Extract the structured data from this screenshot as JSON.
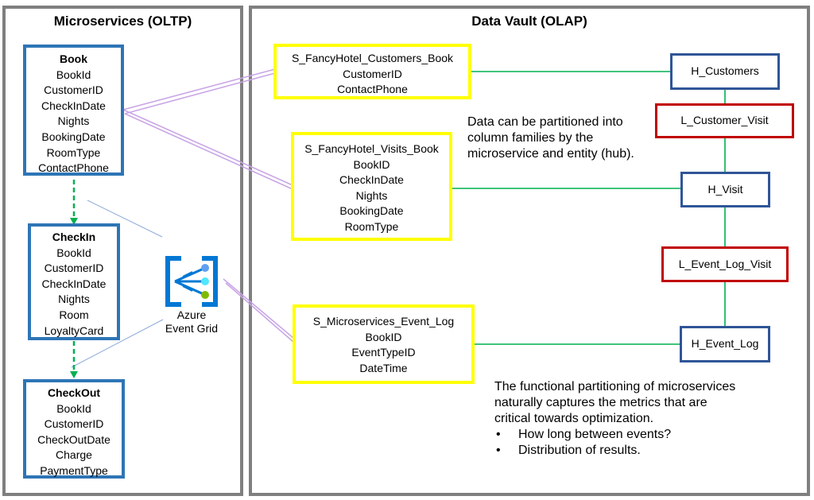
{
  "oltp": {
    "title": "Microservices (OLTP)",
    "book": {
      "title": "Book",
      "fields": [
        "BookId",
        "CustomerID",
        "CheckInDate",
        "Nights",
        "BookingDate",
        "RoomType",
        "ContactPhone"
      ]
    },
    "checkin": {
      "title": "CheckIn",
      "fields": [
        "BookId",
        "CustomerID",
        "CheckInDate",
        "Nights",
        "Room",
        "LoyaltyCard"
      ]
    },
    "checkout": {
      "title": "CheckOut",
      "fields": [
        "BookId",
        "CustomerID",
        "CheckOutDate",
        "Charge",
        "PaymentType"
      ]
    }
  },
  "event_grid": {
    "icon": "azure-event-grid-icon",
    "label_line1": "Azure",
    "label_line2": "Event Grid"
  },
  "olap": {
    "title": "Data Vault (OLAP)",
    "sat_customers": {
      "title": "S_FancyHotel_Customers_Book",
      "fields": [
        "CustomerID",
        "ContactPhone"
      ]
    },
    "sat_visits": {
      "title": "S_FancyHotel_Visits_Book",
      "fields": [
        "BookID",
        "CheckInDate",
        "Nights",
        "BookingDate",
        "RoomType"
      ]
    },
    "sat_eventlog": {
      "title": "S_Microservices_Event_Log",
      "fields": [
        "BookID",
        "EventTypeID",
        "DateTime"
      ]
    },
    "hubs": {
      "customers": "H_Customers",
      "visit": "H_Visit",
      "event_log": "H_Event_Log"
    },
    "links": {
      "customer_visit": "L_Customer_Visit",
      "event_log_visit": "L_Event_Log_Visit"
    },
    "note_partition": [
      "Data can be partitioned into",
      "column families by the",
      "microservice and entity (hub)."
    ],
    "note_functional": {
      "lines": [
        "The functional partitioning of microservices",
        "naturally captures the metrics that are",
        "critical towards optimization."
      ],
      "bullets": [
        "How long between events?",
        "Distribution of results."
      ]
    }
  },
  "colors": {
    "panel_border": "#7f7f7f",
    "microservice_border": "#2e75b6",
    "satellite_border": "#ffff00",
    "hub_border": "#2f5597",
    "link_border": "#c00000",
    "green_line": "#00b050",
    "purple_line": "#c9a6e6"
  }
}
